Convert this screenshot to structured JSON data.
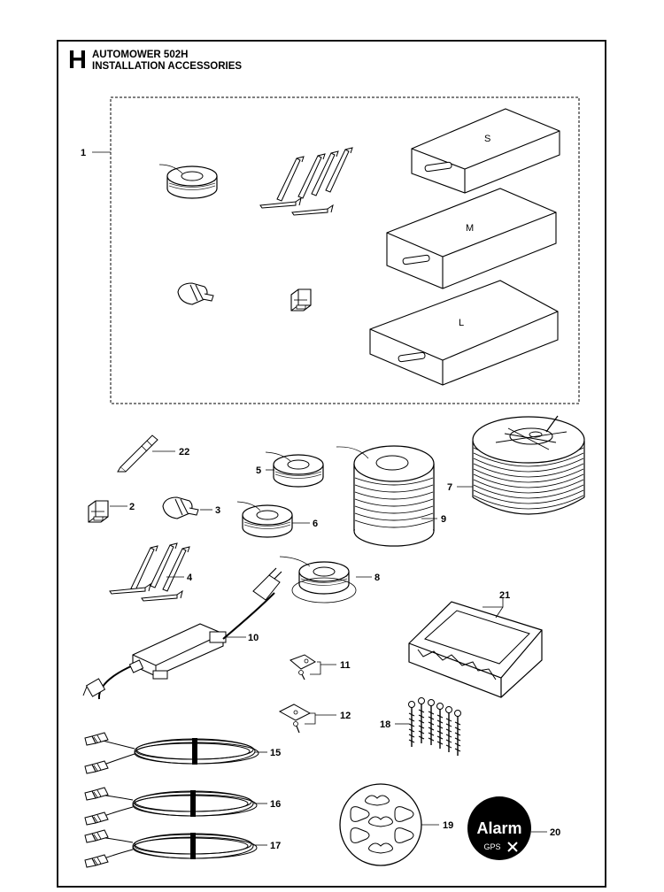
{
  "header": {
    "section_letter": "H",
    "title_line1": "AUTOMOWER 502H",
    "title_line2": "INSTALLATION ACCESSORIES"
  },
  "kit_boxes": {
    "small": "S",
    "medium": "M",
    "large": "L"
  },
  "callouts": {
    "p1": "1",
    "p2": "2",
    "p3": "3",
    "p4": "4",
    "p5": "5",
    "p6": "6",
    "p7": "7",
    "p8": "8",
    "p9": "9",
    "p10": "10",
    "p11": "11",
    "p12": "12",
    "p15": "15",
    "p16": "16",
    "p17": "17",
    "p18": "18",
    "p19": "19",
    "p20": "20",
    "p21": "21",
    "p22": "22"
  },
  "decal": {
    "main": "Alarm",
    "sub": "GPS"
  }
}
